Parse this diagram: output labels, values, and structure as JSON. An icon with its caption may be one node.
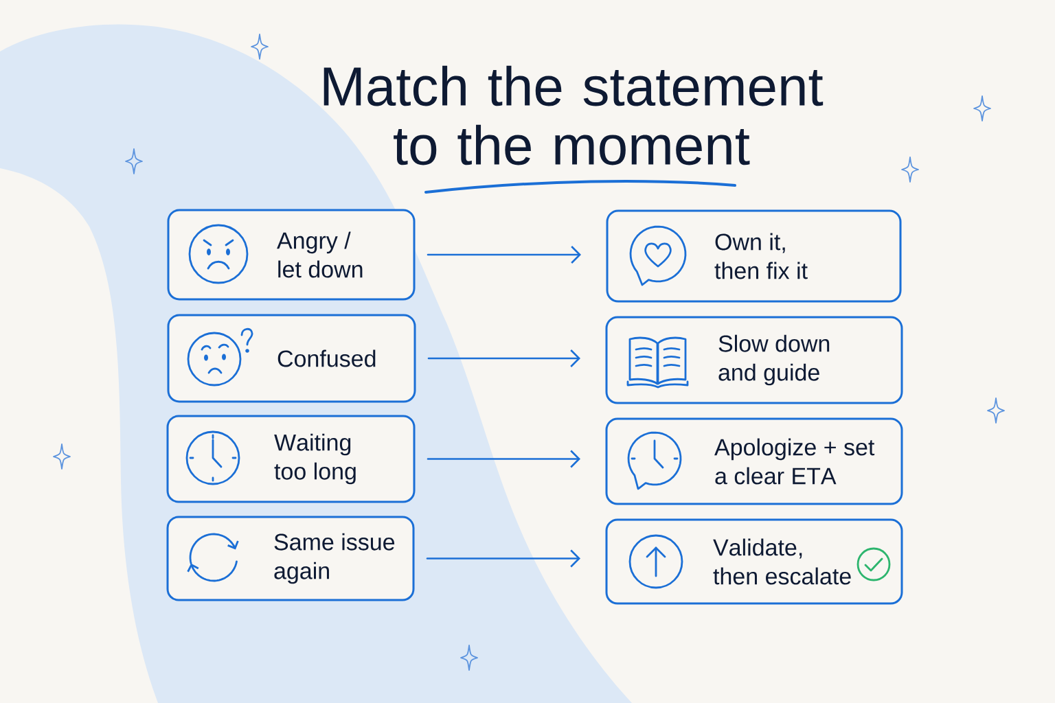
{
  "diagram": {
    "title": "Match the statement to the moment",
    "nodes": [
      {
        "text": [
          "Angry / let down"
        ]
      },
      {
        "text": [
          "Own it, then fix it"
        ]
      },
      {
        "text": [
          "Confused"
        ]
      },
      {
        "text": [
          "Slow down and guide"
        ]
      },
      {
        "text": [
          "Waiting too long"
        ]
      },
      {
        "text": [
          "Apologize + set a clear ETA"
        ]
      },
      {
        "text": [
          "Same issue again"
        ]
      },
      {
        "text": [
          "Validate, then escalate"
        ]
      }
    ],
    "edges": [
      {
        "from": 0,
        "to": 1,
        "arrow": "to"
      },
      {
        "from": 2,
        "to": 3,
        "arrow": "to"
      },
      {
        "from": 4,
        "to": 5,
        "arrow": "to"
      },
      {
        "from": 6,
        "to": 7,
        "arrow": "to"
      }
    ]
  }
}
